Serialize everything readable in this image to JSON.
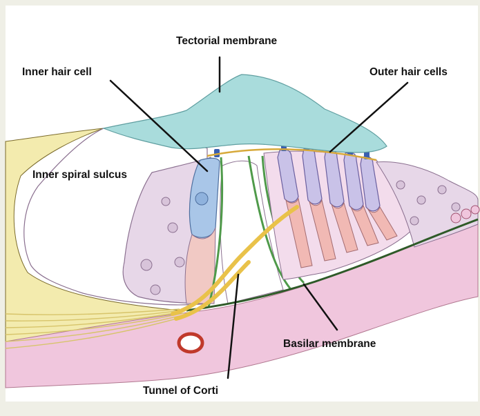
{
  "labels": {
    "tectorial_membrane": "Tectorial membrane",
    "inner_hair_cell": "Inner hair cell",
    "outer_hair_cells": "Outer hair cells",
    "inner_spiral_sulcus": "Inner spiral sulcus",
    "basilar_membrane": "Basilar membrane",
    "tunnel_of_corti": "Tunnel of Corti"
  },
  "colors": {
    "background": "#efefe6",
    "panel": "#ffffff",
    "tectorial_membrane": "#a9dcdc",
    "limbus": "#f3ebae",
    "supporting_cells": "#e7d7e8",
    "inner_hair_cell": "#a9c6e8",
    "outer_hair_cells": "#c9c2e8",
    "basilar_membrane": "#f0c6dd",
    "nerve_fibers": "#e9c24a",
    "pillar_cells": "#4f9a4a",
    "blood_vessel": "#c0392b"
  }
}
